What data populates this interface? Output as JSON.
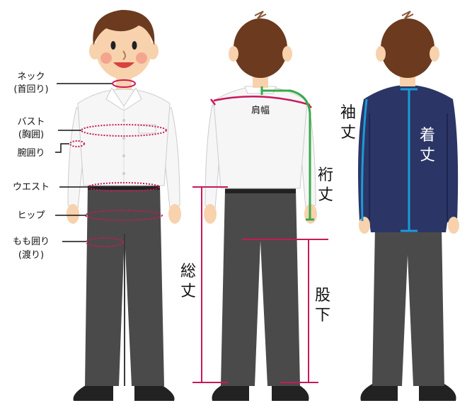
{
  "labels": {
    "neck_line1": "ネック",
    "neck_line2": "(首回り)",
    "bust_line1": "バスト",
    "bust_line2": "(胸囲)",
    "arm": "腕囲り",
    "waist": "ウエスト",
    "hip": "ヒップ",
    "thigh_line1": "もも囲り",
    "thigh_line2": "(渡り)",
    "shoulder_width": "肩幅",
    "sleeve_yuki_1": "裄",
    "sleeve_yuki_2": "丈",
    "total_length_1": "総",
    "total_length_2": "丈",
    "inseam_1": "股",
    "inseam_2": "下",
    "sleeve_length_1": "袖",
    "sleeve_length_2": "丈",
    "body_length_1": "着",
    "body_length_2": "丈"
  },
  "colors": {
    "measure_pink": "#c8195a",
    "measure_green": "#3aa94a",
    "measure_blue": "#1e9ad6",
    "shirt": "#f6f6f6",
    "trousers": "#4a4a4a",
    "jacket": "#2b3566",
    "hair": "#6b3a1f",
    "skin": "#f7d2ad"
  }
}
